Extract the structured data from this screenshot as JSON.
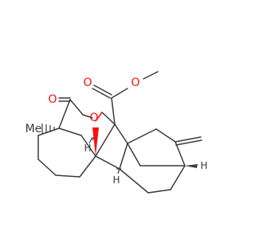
{
  "molecule": {
    "atom_labels": {
      "ester_o_single": "O",
      "ester_o_double": "O",
      "lactone_o_carbonyl": "O",
      "lactone_o_ring": "O",
      "methyl": "Me",
      "h_upper": "H",
      "h_lower": "H",
      "h_right": "H"
    },
    "colors": {
      "bond": "#3a3a3a",
      "oxygen": "#ff0d0d",
      "background": "#ffffff"
    }
  }
}
